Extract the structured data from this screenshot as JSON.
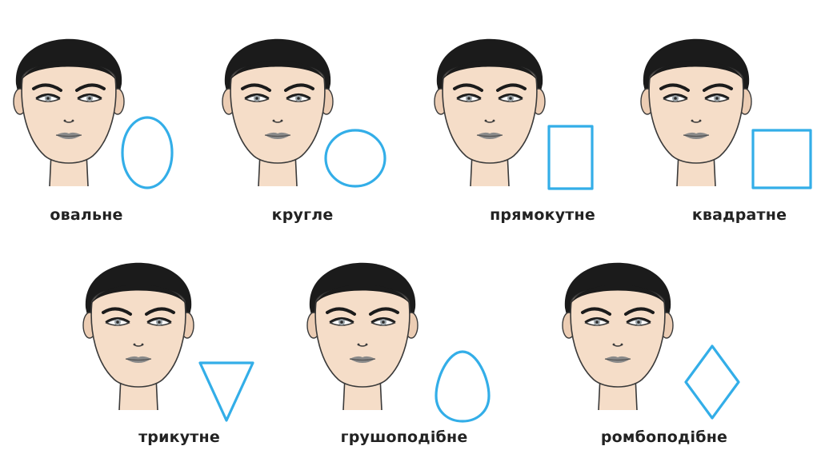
{
  "colors": {
    "skin": "#f5ddc8",
    "skin_shade": "#eccdb4",
    "outline": "#3a3a3a",
    "hair": "#1b1b1b",
    "lips": "#8a8a8a",
    "shape_stroke": "#33aee8",
    "label_text": "#222222",
    "background": "#ffffff"
  },
  "faces": [
    {
      "label": "овальне",
      "shape": "oval"
    },
    {
      "label": "кругле",
      "shape": "circle"
    },
    {
      "label": "прямокутне",
      "shape": "rectangle"
    },
    {
      "label": "квадратне",
      "shape": "square"
    },
    {
      "label": "трикутне",
      "shape": "triangle"
    },
    {
      "label": "грушоподібне",
      "shape": "pear"
    },
    {
      "label": "ромбоподібне",
      "shape": "diamond"
    }
  ]
}
